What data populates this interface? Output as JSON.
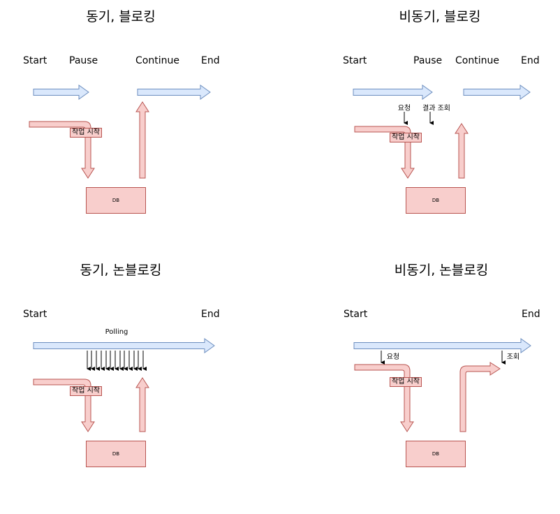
{
  "quadrants": {
    "sync_blocking": {
      "title": "동기, 블로킹",
      "start": "Start",
      "pause": "Pause",
      "continue": "Continue",
      "end": "End",
      "task": "작업 시작",
      "db": "DB"
    },
    "async_blocking": {
      "title": "비동기, 블로킹",
      "start": "Start",
      "pause": "Pause",
      "continue": "Continue",
      "end": "End",
      "request": "요청",
      "result_check": "결과 조회",
      "task": "작업 시작",
      "db": "DB"
    },
    "sync_nonblocking": {
      "title": "동기, 논블로킹",
      "start": "Start",
      "end": "End",
      "polling": "Polling",
      "task": "작업 시작",
      "db": "DB"
    },
    "async_nonblocking": {
      "title": "비동기, 논블로킹",
      "start": "Start",
      "end": "End",
      "request": "요청",
      "check": "조회",
      "task": "작업 시작",
      "db": "DB"
    }
  },
  "colors": {
    "flow_fill": "#dae8fc",
    "flow_stroke": "#6c8ebf",
    "task_fill": "#f8cecc",
    "task_stroke": "#b85450"
  }
}
